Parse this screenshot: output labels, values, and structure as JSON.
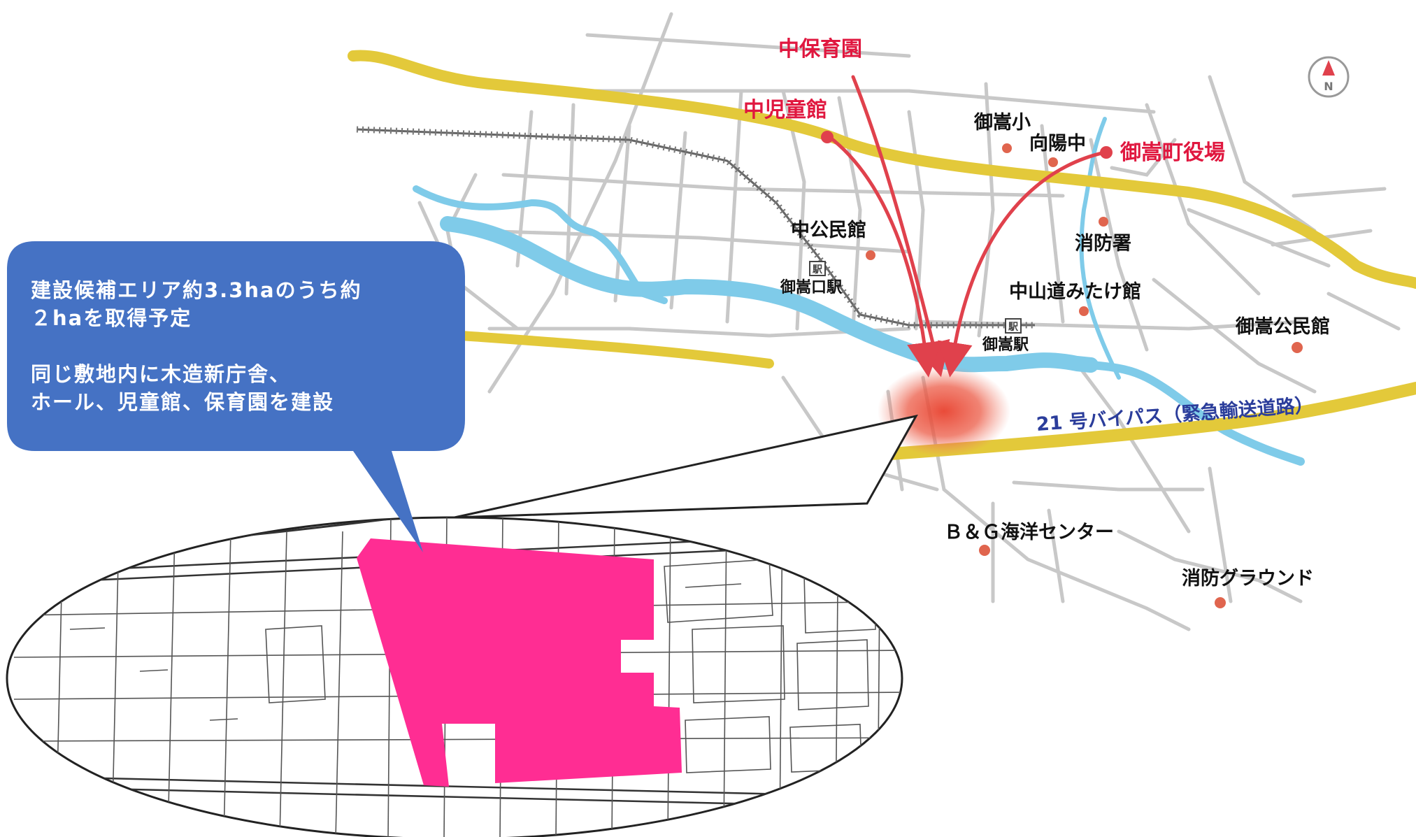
{
  "map": {
    "facilities_red": {
      "nursery": "中保育園",
      "childrens_hall": "中児童館",
      "town_office": "御嵩町役場"
    },
    "landmarks": {
      "mitake_elementary": "御嵩小",
      "koyo_junior_high": "向陽中",
      "naka_community_hall": "中公民館",
      "fire_station": "消防署",
      "mitakeguchi_station": "御嵩口駅",
      "nakasendo_mitake_hall": "中山道みたけ館",
      "mitake_community_hall": "御嵩公民館",
      "mitake_station": "御嵩駅",
      "bg_marine_center": "Ｂ＆Ｇ海洋センター",
      "fire_ground": "消防グラウンド"
    },
    "station_mark": "駅",
    "north_mark": "N",
    "road_label": "21 号バイパス（緊急輸送道路）"
  },
  "callout": {
    "line1": "建設候補エリア約3.3haのうち約",
    "line2": "２haを取得予定",
    "line3": "同じ敷地内に木造新庁舎、",
    "line4": "ホール、児童館、保育園を建設"
  },
  "colors": {
    "major_road": "#e3c93a",
    "river": "#7fcbe9",
    "street": "#c8c8c8",
    "arrow": "#e0414c",
    "poi_dot": "#e0654e",
    "site_fill": "#ff2d93",
    "callout_fill": "#4572c4",
    "label_red": "#e0173f",
    "road_label": "#2b3d9b"
  }
}
